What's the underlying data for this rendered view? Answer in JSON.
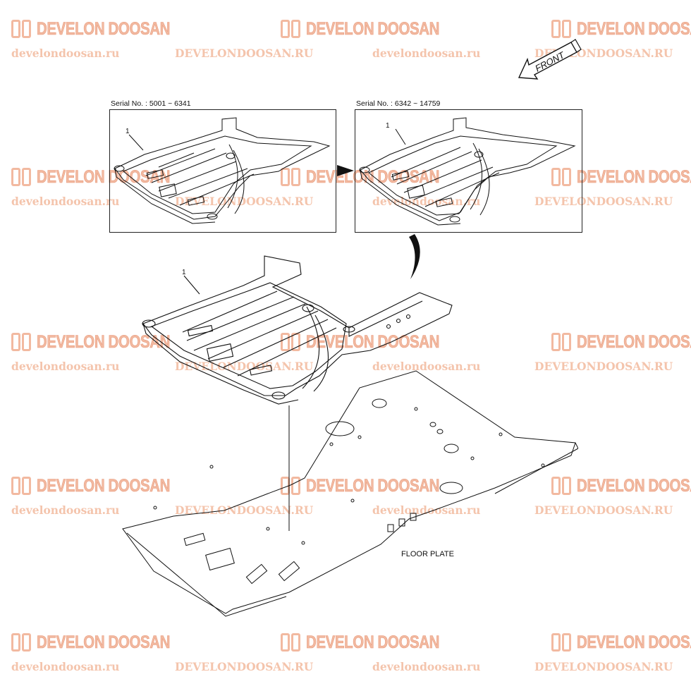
{
  "watermark": {
    "brand": "DEVELON DOOSAN",
    "url_lower": "develondoosan.ru",
    "url_upper": "DEVELONDOOSAN.RU",
    "color": "#f2b9a0"
  },
  "front_arrow": {
    "label": "FRONT"
  },
  "callouts": {
    "left_serial": "Serial No.  : 5001 ~ 6341",
    "right_serial": "Serial No.  : 6342 ~ 14759",
    "left_part_no": "1",
    "right_part_no": "1",
    "main_part_no": "1",
    "floor_plate": "FLOOR PLATE"
  },
  "icons": [
    "front-arrow-icon",
    "brand-logo-icon",
    "curved-pointer-icon"
  ]
}
